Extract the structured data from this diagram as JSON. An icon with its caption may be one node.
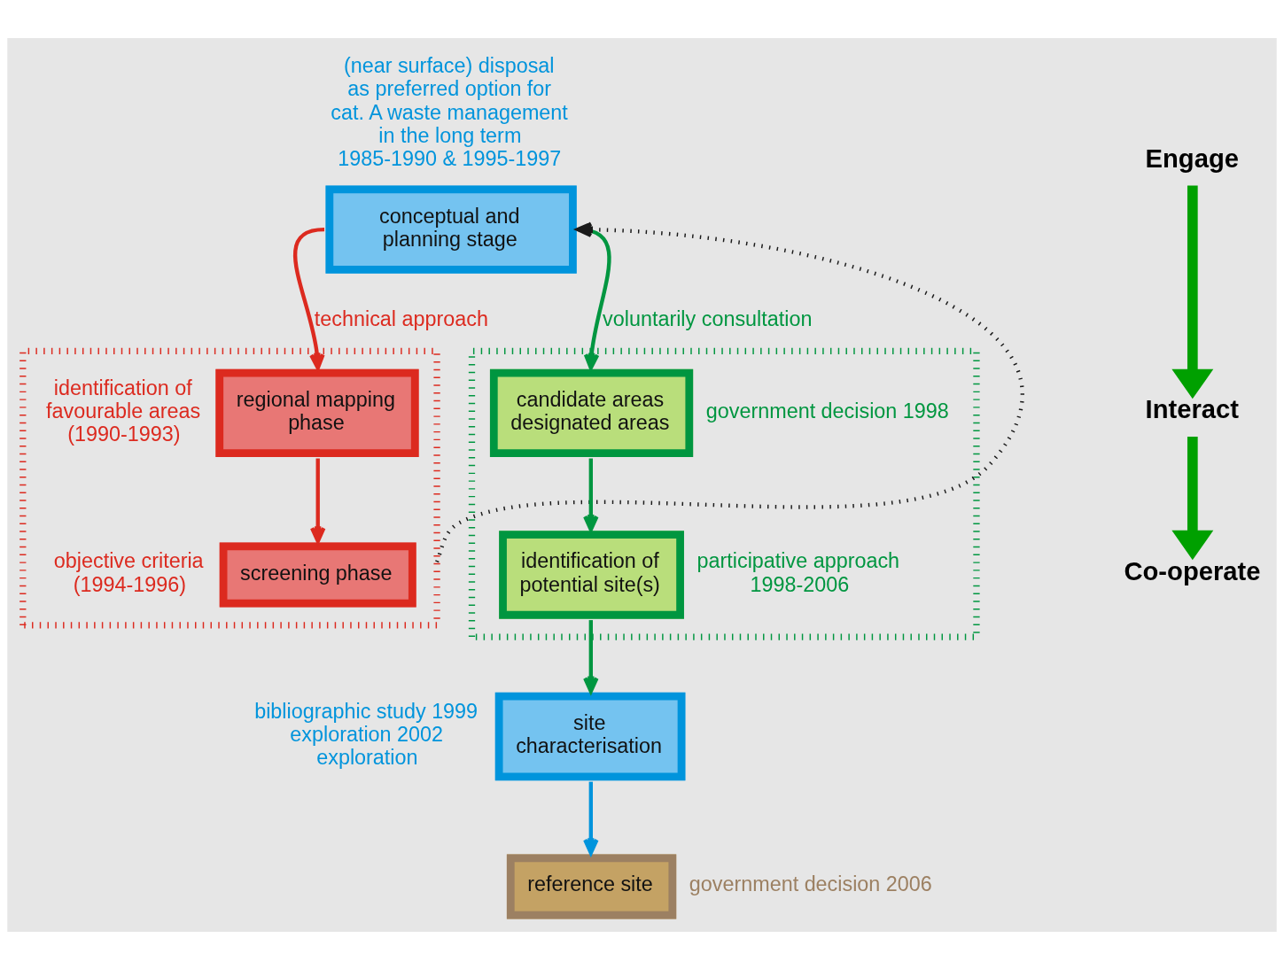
{
  "diagram": {
    "nodes": [
      {
        "text": [
          "conceptual and planning stage"
        ],
        "beside": [
          "(near surface) disposal as preferred option for cat. A waste management in the long term 1985-1990 & 1995-1997"
        ]
      },
      {
        "text": [],
        "shape": "box"
      },
      {
        "text": [
          "regional mapping phase"
        ],
        "in": 1,
        "beside": [
          "identification of favourable areas (1990-1993)"
        ]
      },
      {
        "text": [
          "screening phase"
        ],
        "in": 1,
        "beside": [
          "objective criteria (1994-1996)"
        ]
      },
      {
        "text": [],
        "shape": "box"
      },
      {
        "text": [
          "candidate areas designated areas"
        ],
        "in": 4,
        "beside": [
          "government decision 1998"
        ]
      },
      {
        "text": [
          "identification of potential site(s)"
        ],
        "in": 4,
        "beside": [
          "participative approach 1998-2006"
        ]
      },
      {
        "text": [
          "site characterisation"
        ],
        "beside": [
          "bibliographic study 1999 exploration 2002 exploration"
        ]
      },
      {
        "text": [
          "reference site"
        ],
        "beside": [
          "government decision 2006"
        ]
      },
      {
        "text": [
          "Engage"
        ]
      },
      {
        "text": [
          "Interact"
        ]
      },
      {
        "text": [
          "Co-operate"
        ]
      }
    ],
    "edges": [
      {
        "from": 0,
        "to": 2,
        "arrow": "to",
        "label": "technical approach",
        "color": "#dc2a1f"
      },
      {
        "from": 0,
        "to": 5,
        "arrow": "to",
        "label": "voluntarily consultation",
        "color": "#009640"
      },
      {
        "from": 2,
        "to": 3,
        "arrow": "to",
        "color": "#dc2a1f"
      },
      {
        "from": 5,
        "to": 6,
        "arrow": "to",
        "color": "#009640"
      },
      {
        "from": 6,
        "to": 7,
        "arrow": "to",
        "color": "#009640"
      },
      {
        "from": 7,
        "to": 8,
        "arrow": "to",
        "color": "#0094dc"
      },
      {
        "from": 1,
        "to": 0,
        "arrow": "to",
        "style": "dashed",
        "color": "#1a1a1a"
      },
      {
        "from": 9,
        "to": 10,
        "arrow": "to",
        "style": "thick",
        "color": "#00a000"
      },
      {
        "from": 10,
        "to": 11,
        "arrow": "to",
        "style": "thick",
        "color": "#00a000"
      }
    ]
  }
}
